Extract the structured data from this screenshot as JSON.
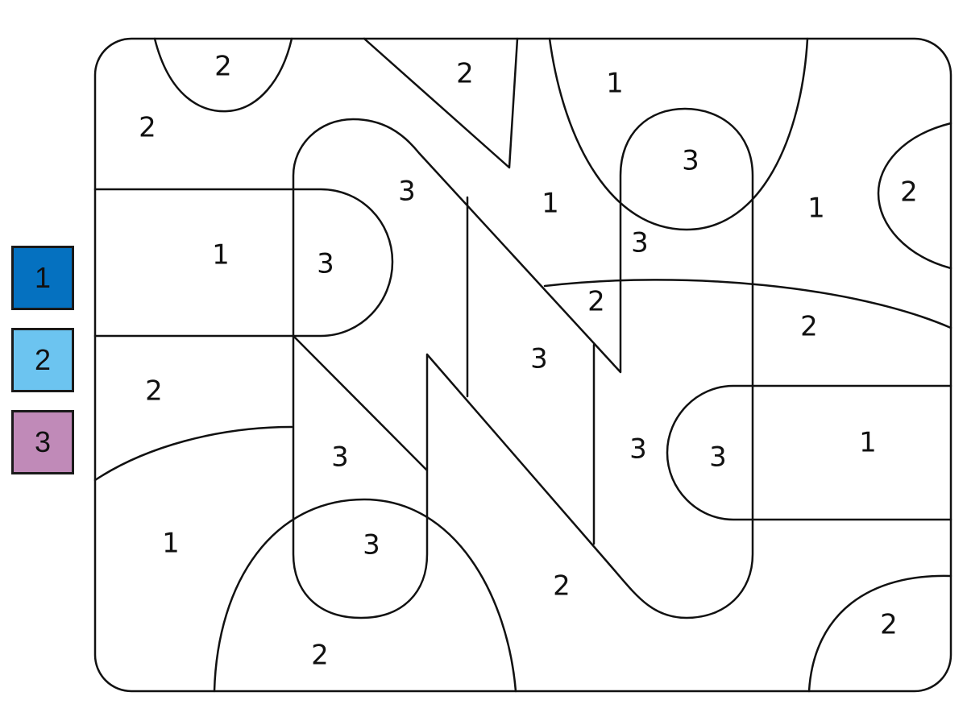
{
  "legend": [
    {
      "number": "1",
      "color": "#0571c0"
    },
    {
      "number": "2",
      "color": "#6cc4f0"
    },
    {
      "number": "3",
      "color": "#c08ab8"
    }
  ],
  "regions": [
    {
      "n": "2"
    },
    {
      "n": "2"
    },
    {
      "n": "2"
    },
    {
      "n": "1"
    },
    {
      "n": "3"
    },
    {
      "n": "3"
    },
    {
      "n": "1"
    },
    {
      "n": "1"
    },
    {
      "n": "2"
    },
    {
      "n": "3"
    },
    {
      "n": "3"
    },
    {
      "n": "1"
    },
    {
      "n": "2"
    },
    {
      "n": "2"
    },
    {
      "n": "3"
    },
    {
      "n": "2"
    },
    {
      "n": "3"
    },
    {
      "n": "3"
    },
    {
      "n": "3"
    },
    {
      "n": "1"
    },
    {
      "n": "1"
    },
    {
      "n": "3"
    },
    {
      "n": "2"
    },
    {
      "n": "2"
    },
    {
      "n": "2"
    }
  ]
}
